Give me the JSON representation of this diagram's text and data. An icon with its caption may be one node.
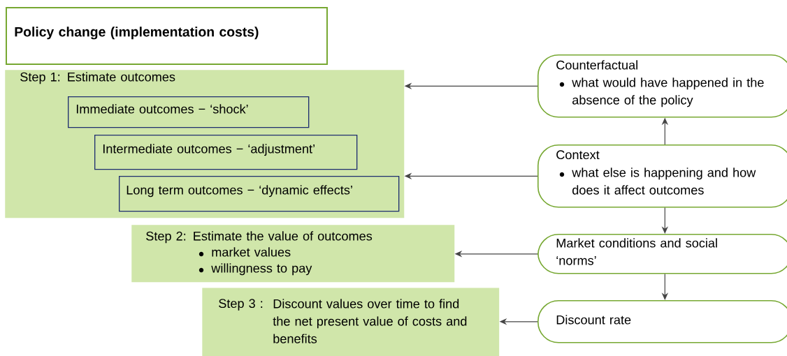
{
  "diagram": {
    "nodes": [
      {
        "text": [
          "Policy change (implementation costs)"
        ]
      },
      {
        "text": [
          "Step 1:  Estimate outcomes"
        ]
      },
      {
        "text": [
          "Immediate outcomes − ‘shock’"
        ],
        "in": 1
      },
      {
        "text": [
          "Intermediate outcomes − ‘adjustment’"
        ],
        "in": 1
      },
      {
        "text": [
          "Long term outcomes − ‘dynamic effects’"
        ],
        "in": 1
      },
      {
        "text": [
          "Step 2:  Estimate the value of outcomes",
          "market values",
          "willingness to pay"
        ]
      },
      {
        "text": [
          "Step 3 :",
          "Discount values over time to find the net present value of costs and benefits"
        ]
      },
      {
        "text": [
          "Counterfactual",
          "what would have happened in the absence of the policy"
        ]
      },
      {
        "text": [
          "Context",
          "what else is happening and how does it affect outcomes"
        ]
      },
      {
        "text": [
          "Market conditions and social ‘norms’"
        ]
      },
      {
        "text": [
          "Discount rate"
        ]
      }
    ],
    "edges": [
      {
        "from": 7,
        "to": 1,
        "arrow": "to"
      },
      {
        "from": 8,
        "to": 1,
        "arrow": "to"
      },
      {
        "from": 8,
        "to": 7,
        "arrow": "to"
      },
      {
        "from": 8,
        "to": 9,
        "arrow": "to"
      },
      {
        "from": 9,
        "to": 5,
        "arrow": "to"
      },
      {
        "from": 9,
        "to": 10,
        "arrow": "to"
      },
      {
        "from": 10,
        "to": 6,
        "arrow": "to"
      }
    ]
  }
}
